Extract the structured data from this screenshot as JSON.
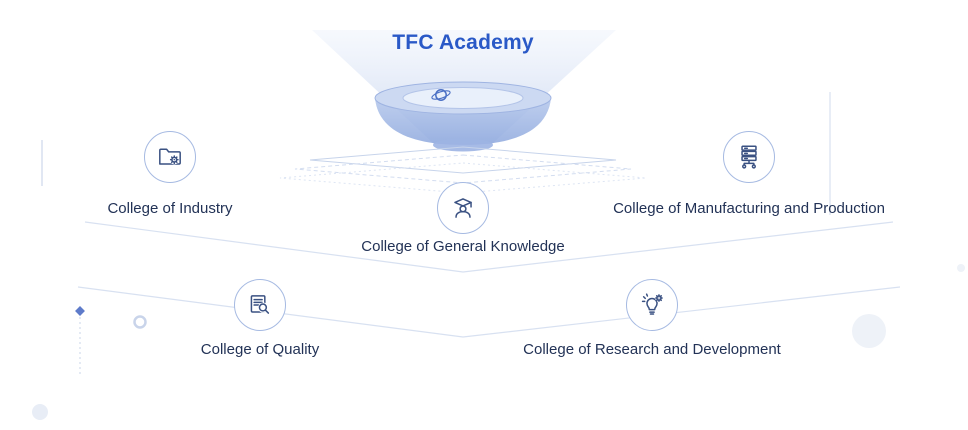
{
  "diagram": {
    "title": "TFC Academy",
    "colleges": [
      {
        "name": "College of Industry",
        "icon": "folder-gear-icon"
      },
      {
        "name": "College of Manufacturing and Production",
        "icon": "server-network-icon"
      },
      {
        "name": "College of General Knowledge",
        "icon": "graduate-icon"
      },
      {
        "name": "College of Quality",
        "icon": "document-search-icon"
      },
      {
        "name": "College of Research and Development",
        "icon": "lightbulb-gear-icon"
      }
    ],
    "colors": {
      "title": "#2a59c7",
      "label": "#223256",
      "icon_stroke": "#3a5182",
      "circle_border": "#a6bae2",
      "funnel_fill": "#aabfe8",
      "line": "#d8e1f1"
    }
  }
}
